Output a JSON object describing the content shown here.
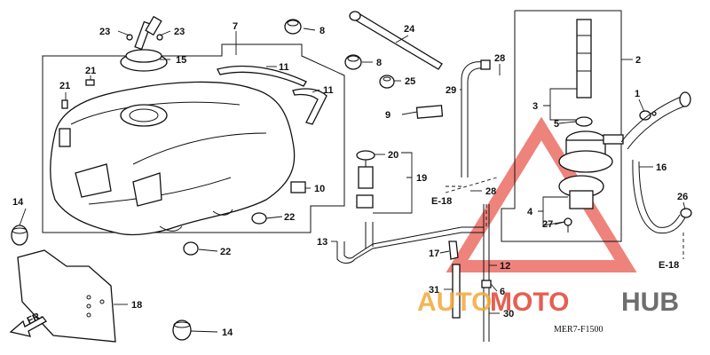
{
  "callouts": {
    "c1": "1",
    "c2": "2",
    "c3": "3",
    "c4": "4",
    "c5": "5",
    "c6": "6",
    "c7": "7",
    "c8a": "8",
    "c8b": "8",
    "c9": "9",
    "c10": "10",
    "c11a": "11",
    "c11b": "11",
    "c12": "12",
    "c13": "13",
    "c14a": "14",
    "c14b": "14",
    "c15": "15",
    "c16": "16",
    "c17": "17",
    "c18": "18",
    "c19": "19",
    "c20": "20",
    "c21a": "21",
    "c21b": "21",
    "c22a": "22",
    "c22b": "22",
    "c23a": "23",
    "c23b": "23",
    "c24": "24",
    "c25": "25",
    "c26": "26",
    "c27": "27",
    "c28a": "28",
    "c28b": "28",
    "c29": "29",
    "c30": "30",
    "c31": "31"
  },
  "refs": {
    "e18_left": "E-18",
    "e18_right": "E-18"
  },
  "front_arrow": "FR.",
  "diagram_code": "MER7-F1500",
  "watermark": {
    "part1": "AUTO",
    "part2": "MOTO",
    "part3": "HUB",
    "colors": {
      "auto": "#f3a73a",
      "moto": "#e34234",
      "hub": "#555555"
    }
  }
}
